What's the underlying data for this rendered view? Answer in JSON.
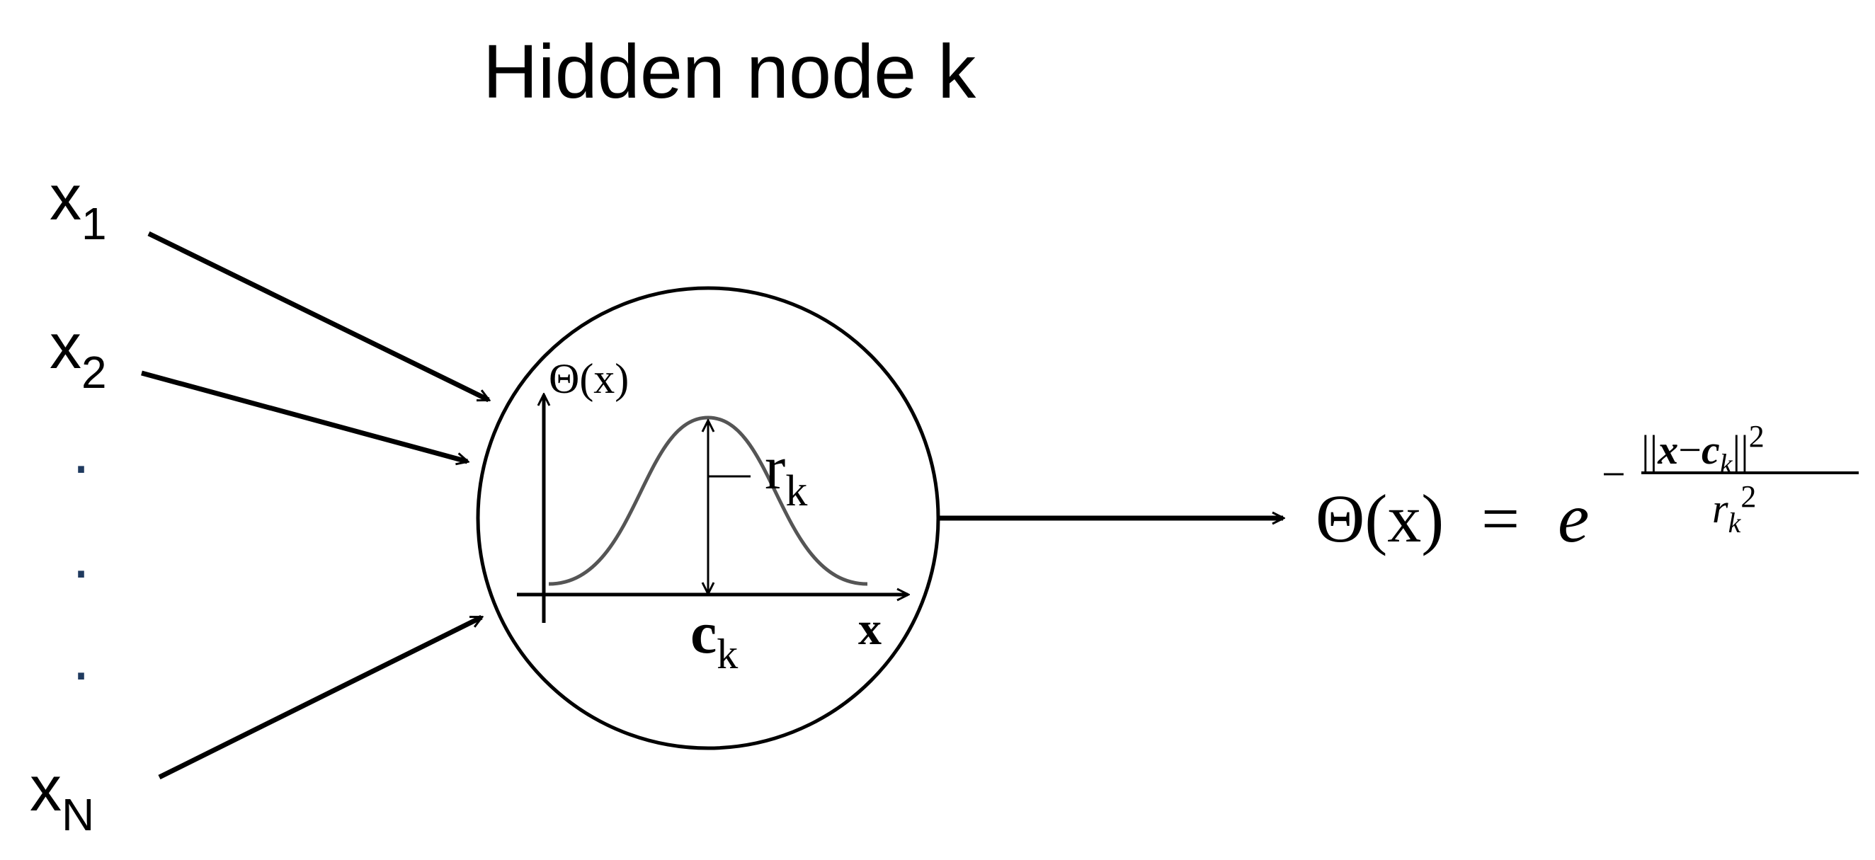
{
  "title": "Hidden node k",
  "inputs": [
    {
      "base": "x",
      "sub": "1"
    },
    {
      "base": "x",
      "sub": "2"
    },
    {
      "base": "x",
      "sub": "N"
    }
  ],
  "ellipsis_dots": [
    ".",
    ".",
    "."
  ],
  "inner_plot": {
    "y_label": "Θ(x)",
    "x_label": "x",
    "center": {
      "base": "c",
      "sub": "k"
    },
    "radius": {
      "base": "r",
      "sub": "k"
    }
  },
  "formula": {
    "lhs": "Θ(x)",
    "equals": "=",
    "base": "e",
    "minus": "−",
    "numerator": {
      "open": "||",
      "x": "x",
      "op": "−",
      "c": "c",
      "c_sub": "k",
      "close": "||",
      "sup": "2"
    },
    "denominator": {
      "r": "r",
      "r_sub": "k",
      "sup": "2"
    }
  },
  "colors": {
    "stroke": "#000000",
    "curve": "#555555",
    "dots": "#1f3a5f"
  }
}
